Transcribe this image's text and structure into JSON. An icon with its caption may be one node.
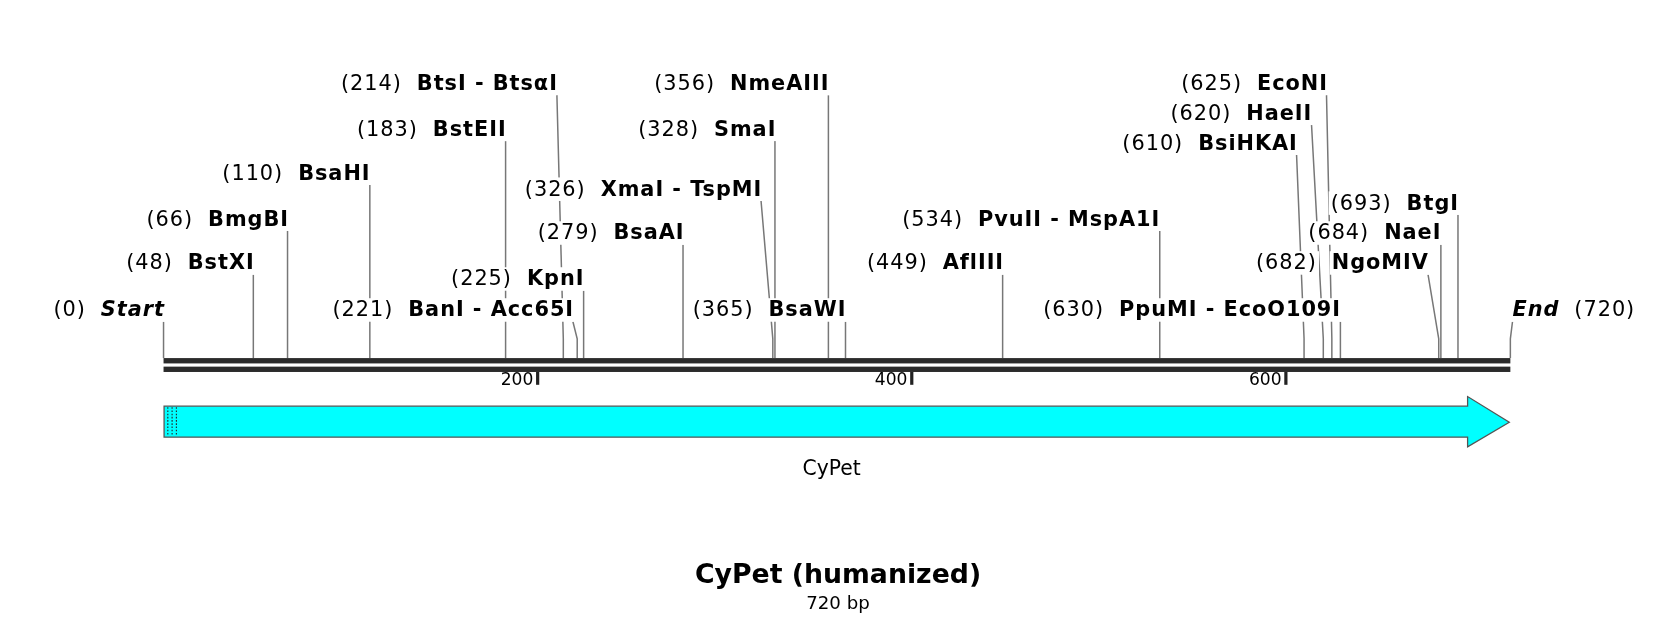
{
  "diagram": {
    "title": "CyPet (humanized)",
    "caption": "720 bp",
    "nodes": [
      {
        "text": [
          "(214)",
          "BtsI - BtsαI"
        ]
      },
      {
        "text": [
          "(356)",
          "NmeAIII"
        ]
      },
      {
        "text": [
          "(625)",
          "EcoNI"
        ]
      },
      {
        "text": [
          "(620)",
          "HaeII"
        ]
      },
      {
        "text": [
          "(183)",
          "BstEII"
        ]
      },
      {
        "text": [
          "(328)",
          "SmaI"
        ]
      },
      {
        "text": [
          "(610)",
          "BsiHKAI"
        ]
      },
      {
        "text": [
          "(110)",
          "BsaHI"
        ]
      },
      {
        "text": [
          "(326)",
          "XmaI - TspMI"
        ]
      },
      {
        "text": [
          "(693)",
          "BtgI"
        ]
      },
      {
        "text": [
          "(66)",
          "BmgBI"
        ]
      },
      {
        "text": [
          "(534)",
          "PvuII - MspA1I"
        ]
      },
      {
        "text": [
          "(279)",
          "BsaAI"
        ]
      },
      {
        "text": [
          "(684)",
          "NaeI"
        ]
      },
      {
        "text": [
          "(48)",
          "BstXI"
        ]
      },
      {
        "text": [
          "(449)",
          "AflIII"
        ]
      },
      {
        "text": [
          "(682)",
          "NgoMIV"
        ]
      },
      {
        "text": [
          "(225)",
          "KpnI"
        ]
      },
      {
        "text": [
          "(0)",
          "Start"
        ]
      },
      {
        "text": [
          "(221)",
          "BanI - Acc65I"
        ]
      },
      {
        "text": [
          "(365)",
          "BsaWI"
        ]
      },
      {
        "text": [
          "(630)",
          "PpuMI - EcoO109I"
        ]
      },
      {
        "text": [
          "End",
          "(720)"
        ]
      },
      {
        "text": [],
        "shape": "bar"
      },
      {
        "text": [
          "CyPet"
        ]
      }
    ],
    "edges": [
      {
        "from": 0,
        "to": 23,
        "arrow": "none"
      },
      {
        "from": 1,
        "to": 23,
        "arrow": "none"
      },
      {
        "from": 2,
        "to": 23,
        "arrow": "none"
      },
      {
        "from": 3,
        "to": 23,
        "arrow": "none"
      },
      {
        "from": 4,
        "to": 23,
        "arrow": "none"
      },
      {
        "from": 5,
        "to": 23,
        "arrow": "none"
      },
      {
        "from": 6,
        "to": 23,
        "arrow": "none"
      },
      {
        "from": 7,
        "to": 23,
        "arrow": "none"
      },
      {
        "from": 8,
        "to": 23,
        "arrow": "none"
      },
      {
        "from": 9,
        "to": 23,
        "arrow": "none"
      },
      {
        "from": 10,
        "to": 23,
        "arrow": "none"
      },
      {
        "from": 11,
        "to": 23,
        "arrow": "none"
      },
      {
        "from": 12,
        "to": 23,
        "arrow": "none"
      },
      {
        "from": 13,
        "to": 23,
        "arrow": "none"
      },
      {
        "from": 14,
        "to": 23,
        "arrow": "none"
      },
      {
        "from": 15,
        "to": 23,
        "arrow": "none"
      },
      {
        "from": 16,
        "to": 23,
        "arrow": "none"
      },
      {
        "from": 17,
        "to": 23,
        "arrow": "none"
      },
      {
        "from": 18,
        "to": 23,
        "arrow": "none"
      },
      {
        "from": 19,
        "to": 23,
        "arrow": "none"
      },
      {
        "from": 20,
        "to": 23,
        "arrow": "none"
      },
      {
        "from": 21,
        "to": 23,
        "arrow": "none"
      },
      {
        "from": 22,
        "to": 23,
        "arrow": "none"
      }
    ],
    "labels": [
      "200",
      "400",
      "600"
    ]
  }
}
